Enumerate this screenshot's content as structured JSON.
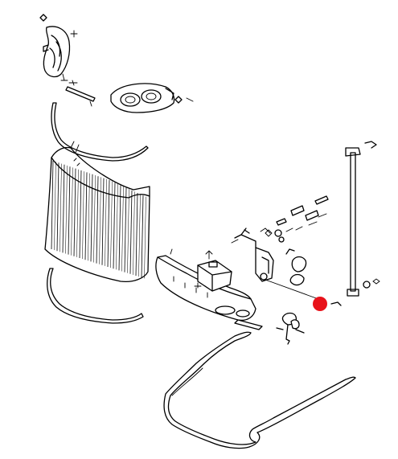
{
  "diagram": {
    "type": "exploded-parts-view",
    "parts": [
      {
        "id": "side-bracket-top",
        "icon": "bracket"
      },
      {
        "id": "headlamp-assembly",
        "icon": "headlamp"
      },
      {
        "id": "upper-trim-strip",
        "icon": "trim-strip"
      },
      {
        "id": "front-cowl-panel",
        "icon": "ribbed-panel"
      },
      {
        "id": "lower-trim-strip",
        "icon": "trim-strip"
      },
      {
        "id": "front-bumper",
        "icon": "bumper"
      },
      {
        "id": "bumper-mount-block",
        "icon": "block"
      },
      {
        "id": "latch-assembly",
        "icon": "latch"
      },
      {
        "id": "latch-pins",
        "icon": "pin"
      },
      {
        "id": "support-rod",
        "icon": "rod"
      },
      {
        "id": "keys",
        "icon": "key"
      },
      {
        "id": "door-seal",
        "icon": "seal"
      }
    ],
    "highlight": {
      "color": "#e8121a",
      "target": "latch-assembly"
    }
  }
}
